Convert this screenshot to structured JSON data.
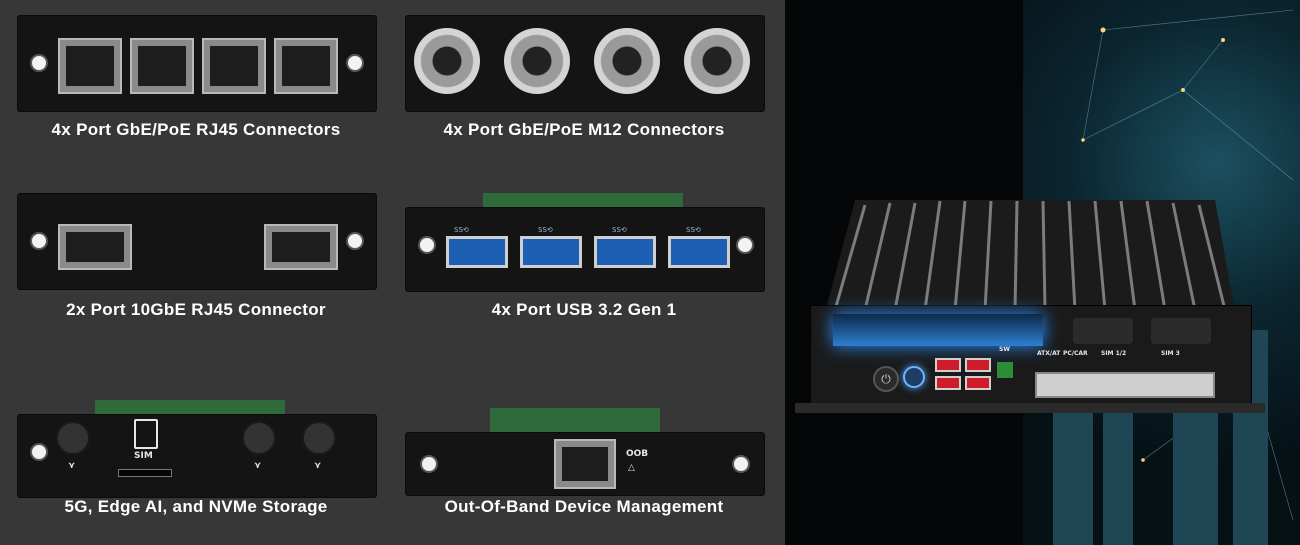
{
  "modules": [
    {
      "caption": "4x Port GbE/PoE RJ45 Connectors"
    },
    {
      "caption": "4x Port GbE/PoE M12 Connectors"
    },
    {
      "caption": "2x Port 10GbE RJ45 Connector"
    },
    {
      "caption": "4x Port USB 3.2 Gen 1"
    },
    {
      "caption": "5G, Edge AI, and NVMe Storage"
    },
    {
      "caption": "Out-Of-Band Device Management"
    }
  ],
  "module_labels": {
    "sim": "SIM",
    "oob": "OOB",
    "usb": "SS⟲"
  },
  "device_labels": {
    "sim12": "SIM 1/2",
    "sim3": "SIM 3",
    "atx": "ATX/AT",
    "pccar": "PC/CAR",
    "sw": "SW"
  },
  "colors": {
    "background": "#373737",
    "bracket": "#141414",
    "usb_blue": "#1d5fb3",
    "caption": "#ffffff"
  }
}
